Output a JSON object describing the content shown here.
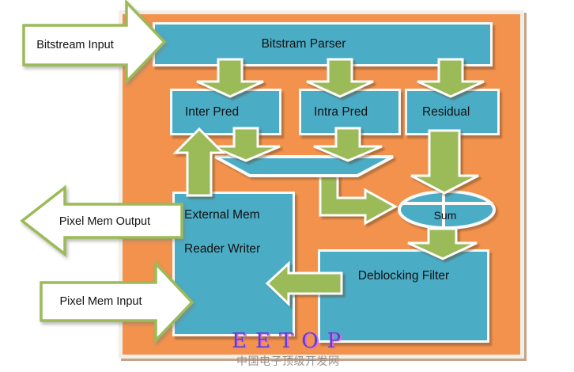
{
  "diagram": {
    "title_context": "video decoder block diagram",
    "external_arrows": {
      "bitstream_input": "Bitstream Input",
      "pixel_mem_output": "Pixel Mem Output",
      "pixel_mem_input": "Pixel Mem Input"
    },
    "nodes": {
      "parser": "Bitstram Parser",
      "inter_pred": "Inter Pred",
      "intra_pred": "Intra Pred",
      "residual": "Residual",
      "external_mem_line1": "External Mem",
      "external_mem_line2": "Reader Writer",
      "sum": "Sum",
      "deblocking": "Deblocking Filter"
    },
    "colors": {
      "container_orange": "#F3924D",
      "node_teal": "#4BACC6",
      "arrow_green": "#9BBB59",
      "outline_white": "#FFFFFF",
      "shadow_tan": "#C8A285"
    }
  },
  "watermark": {
    "brand": "EETOP",
    "subtitle": "中国电子顶级开发网"
  }
}
